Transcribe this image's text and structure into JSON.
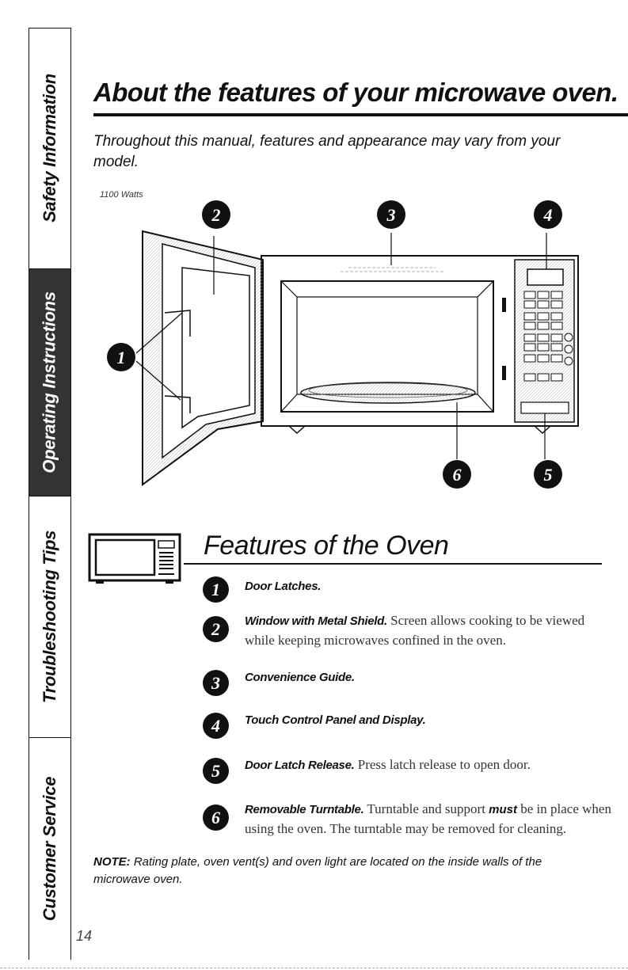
{
  "tabs": [
    {
      "label": "Safety Information",
      "active": false
    },
    {
      "label": "Operating Instructions",
      "active": true
    },
    {
      "label": "Troubleshooting Tips",
      "active": false
    },
    {
      "label": "Customer Service",
      "active": false
    }
  ],
  "header": {
    "title": "About the features of your microwave oven.",
    "intro": "Throughout this manual, features and appearance may vary from your model.",
    "watts": "1100 Watts"
  },
  "diagram": {
    "callouts": [
      "1",
      "2",
      "3",
      "4",
      "5",
      "6"
    ]
  },
  "features": {
    "title": "Features of the Oven",
    "items": [
      {
        "num": "1",
        "term": "Door Latches.",
        "desc": ""
      },
      {
        "num": "2",
        "term": "Window with Metal Shield.",
        "desc": "Screen allows cooking to be viewed while keeping microwaves confined in the oven."
      },
      {
        "num": "3",
        "term": "Convenience Guide.",
        "desc": ""
      },
      {
        "num": "4",
        "term": "Touch Control Panel and Display.",
        "desc": ""
      },
      {
        "num": "5",
        "term": "Door Latch Release.",
        "desc": "Press latch release to open door."
      },
      {
        "num": "6",
        "term": "Removable Turntable.",
        "desc_before": "Turntable and support",
        "emphasis": "must",
        "desc_after": "be in place when using the oven. The turntable may be removed for cleaning."
      }
    ]
  },
  "note": {
    "label": "NOTE:",
    "text": "Rating plate, oven vent(s) and oven light are located on the inside walls of the microwave oven."
  },
  "page_number": "14"
}
